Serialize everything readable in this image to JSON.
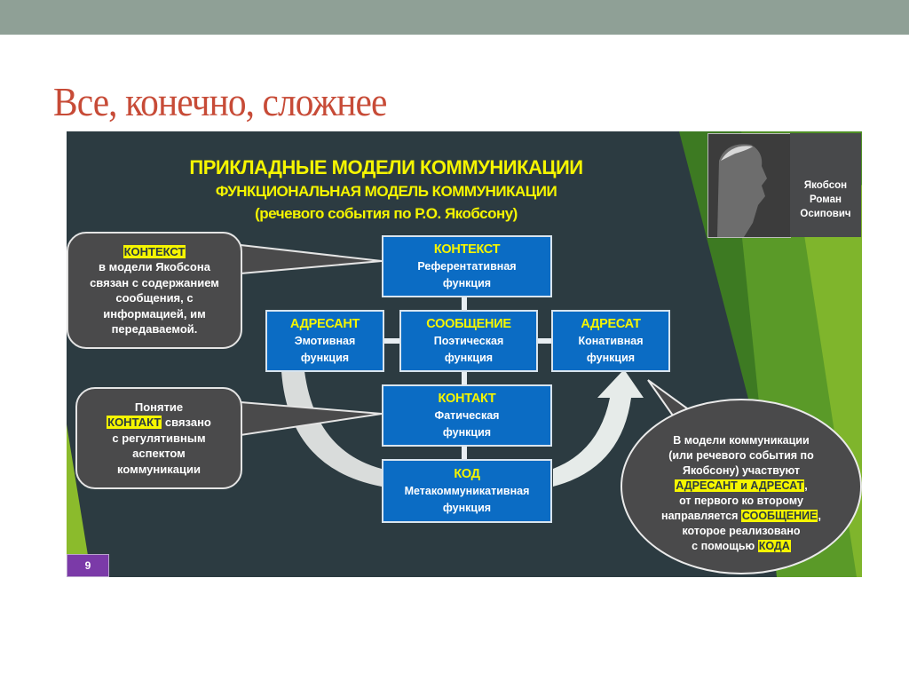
{
  "slide_title": "Все, конечно, сложнее",
  "embedded_slide": {
    "heading": "ПРИКЛАДНЫЕ МОДЕЛИ КОММУНИКАЦИИ",
    "subheading": "ФУНКЦИОНАЛЬНАЯ МОДЕЛЬ КОММУНИКАЦИИ",
    "subheading2": "(речевого события по Р.О. Якобсону)",
    "portrait": {
      "name_lines": [
        "Якобсон",
        "Роман",
        "Осипович"
      ]
    },
    "boxes": {
      "context": {
        "keyword": "КОНТЕКСТ",
        "line1": "Референтативная",
        "line2": "функция"
      },
      "addresser": {
        "keyword": "АДРЕСАНТ",
        "line1": "Эмотивная",
        "line2": "функция"
      },
      "message": {
        "keyword": "СООБЩЕНИЕ",
        "line1": "Поэтическая",
        "line2": "функция"
      },
      "addressee": {
        "keyword": "АДРЕСАТ",
        "line1": "Конативная",
        "line2": "функция"
      },
      "contact": {
        "keyword": "КОНТАКТ",
        "line1": "Фатическая",
        "line2": "функция"
      },
      "code": {
        "keyword": "КОД",
        "line1": "Метакоммуникативная",
        "line2": "функция"
      }
    },
    "callout_context": {
      "keyword": "КОНТЕКСТ",
      "lines": [
        "в модели Якобсона",
        "связан с содержанием",
        "сообщения, с",
        "информацией, им",
        "передаваемой."
      ]
    },
    "callout_contact": {
      "line1": "Понятие",
      "keyword": "КОНТАКТ",
      "line2_rest": " связано",
      "lines": [
        "с регулятивным",
        "аспектом",
        "коммуникации"
      ]
    },
    "callout_model": {
      "lines": [
        "В модели коммуникации",
        "(или речевого события по",
        "Якобсону) участвуют"
      ],
      "participants": "АДРЕСАНТ и АДРЕСАТ",
      "participants_tail": ",",
      "line_a": "от первого ко второму",
      "line_b_pre": "направляется ",
      "message_kw": "СООБЩЕНИЕ",
      "line_b_tail": ",",
      "line_c": "которое реализовано",
      "line_d_pre": "с помощью ",
      "code_kw": "КОДА"
    },
    "page_number": "9"
  },
  "colors": {
    "title": "#c74b37",
    "top_bar": "#8fa096",
    "slide_bg": "#2c3b41",
    "box_fill": "#0b6cc4",
    "highlight": "#f5f500",
    "callout_fill": "#4a4a4b",
    "page_badge": "#7b3aa8"
  }
}
